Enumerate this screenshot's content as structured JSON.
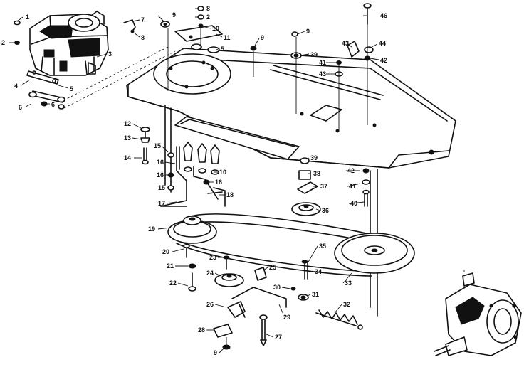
{
  "callouts": [
    {
      "id": "c1",
      "text": "1"
    },
    {
      "id": "c2",
      "text": "2"
    },
    {
      "id": "c3",
      "text": "3"
    },
    {
      "id": "c4",
      "text": "4"
    },
    {
      "id": "c5",
      "text": "5"
    },
    {
      "id": "c6",
      "text": "6"
    },
    {
      "id": "c7",
      "text": "7"
    },
    {
      "id": "c8a",
      "text": "8"
    },
    {
      "id": "c6b",
      "text": "6"
    },
    {
      "id": "c9a",
      "text": "9"
    },
    {
      "id": "c8b",
      "text": "8"
    },
    {
      "id": "c2b",
      "text": "2"
    },
    {
      "id": "c10",
      "text": "10"
    },
    {
      "id": "c11",
      "text": "11"
    },
    {
      "id": "c5b",
      "text": "5"
    },
    {
      "id": "c9b",
      "text": "9"
    },
    {
      "id": "c9c",
      "text": "9"
    },
    {
      "id": "c39a",
      "text": "39"
    },
    {
      "id": "c41a",
      "text": "41"
    },
    {
      "id": "c43a",
      "text": "43"
    },
    {
      "id": "c46",
      "text": "46"
    },
    {
      "id": "c43b",
      "text": "43"
    },
    {
      "id": "c44",
      "text": "44"
    },
    {
      "id": "c42a",
      "text": "42"
    },
    {
      "id": "c12",
      "text": "12"
    },
    {
      "id": "c13",
      "text": "13"
    },
    {
      "id": "c14",
      "text": "14"
    },
    {
      "id": "c15a",
      "text": "15"
    },
    {
      "id": "c16a",
      "text": "16"
    },
    {
      "id": "c16b",
      "text": "16"
    },
    {
      "id": "c15b",
      "text": "15"
    },
    {
      "id": "c17",
      "text": "17"
    },
    {
      "id": "c10b",
      "text": "10"
    },
    {
      "id": "c16c",
      "text": "16"
    },
    {
      "id": "c18",
      "text": "18"
    },
    {
      "id": "c39b",
      "text": "39"
    },
    {
      "id": "c38",
      "text": "38"
    },
    {
      "id": "c37",
      "text": "37"
    },
    {
      "id": "c36",
      "text": "36"
    },
    {
      "id": "c42b",
      "text": "42"
    },
    {
      "id": "c41b",
      "text": "41"
    },
    {
      "id": "c40",
      "text": "40"
    },
    {
      "id": "c19",
      "text": "19"
    },
    {
      "id": "c20",
      "text": "20"
    },
    {
      "id": "c21",
      "text": "21"
    },
    {
      "id": "c22",
      "text": "22"
    },
    {
      "id": "c23",
      "text": "23"
    },
    {
      "id": "c24",
      "text": "24"
    },
    {
      "id": "c25",
      "text": "25"
    },
    {
      "id": "c35",
      "text": "35"
    },
    {
      "id": "c34",
      "text": "34"
    },
    {
      "id": "c33",
      "text": "33"
    },
    {
      "id": "c30",
      "text": "30"
    },
    {
      "id": "c31",
      "text": "31"
    },
    {
      "id": "c32",
      "text": "32"
    },
    {
      "id": "c26",
      "text": "26"
    },
    {
      "id": "c28",
      "text": "28"
    },
    {
      "id": "c29",
      "text": "29"
    },
    {
      "id": "c27",
      "text": "27"
    },
    {
      "id": "c9d",
      "text": "9"
    }
  ]
}
